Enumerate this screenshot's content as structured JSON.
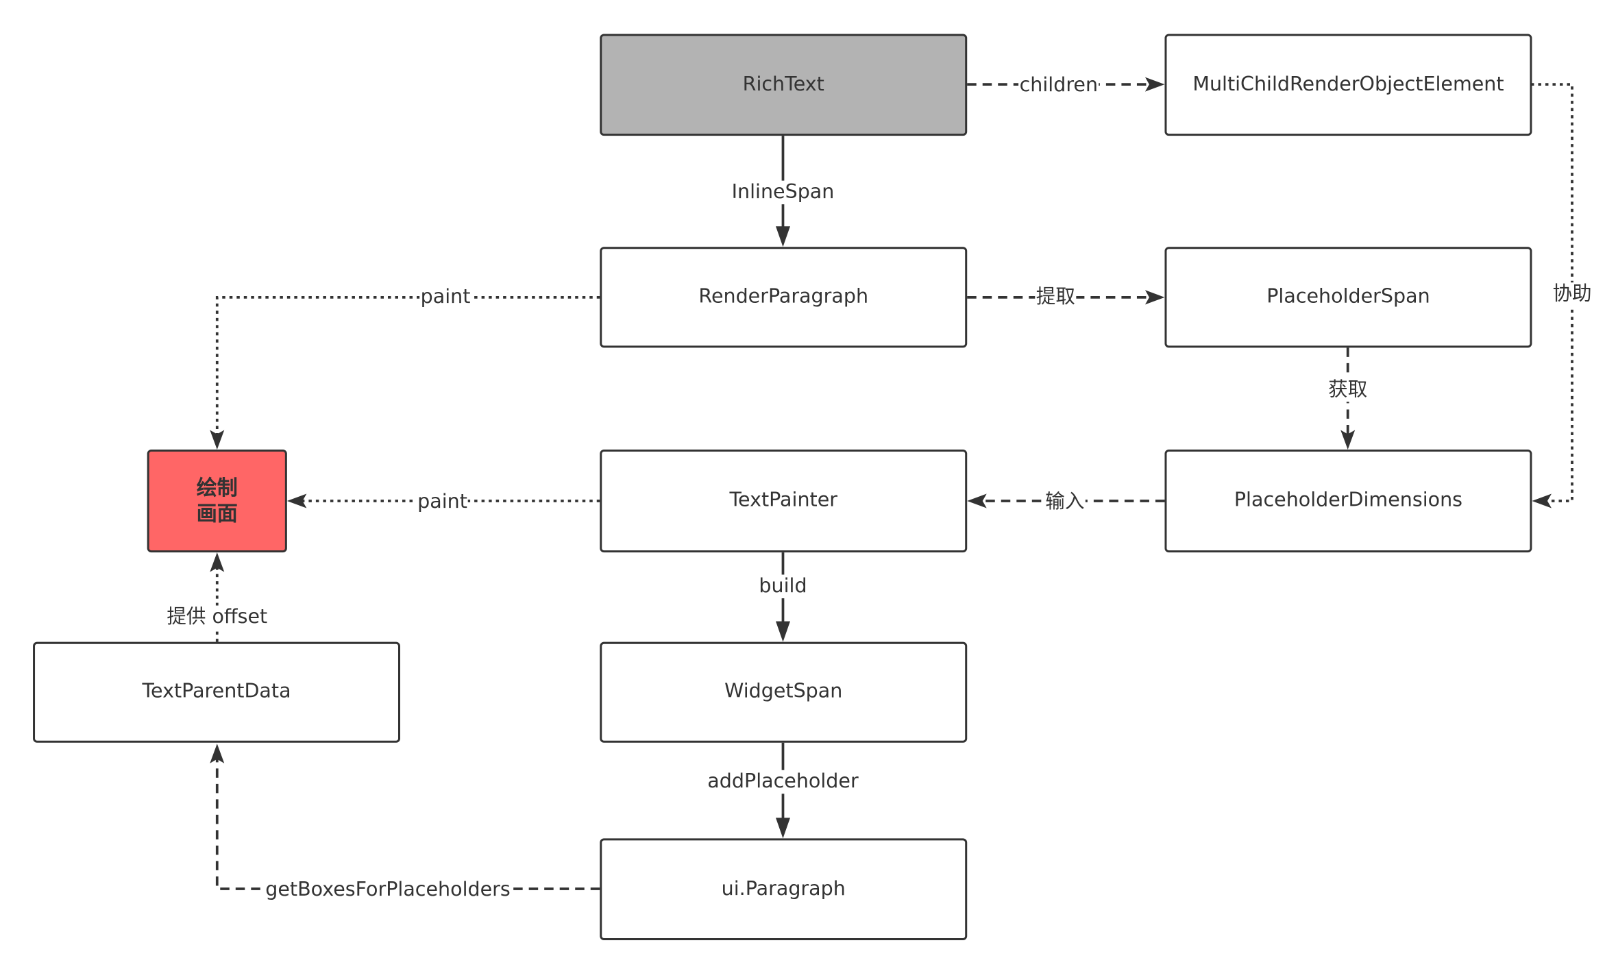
{
  "colors": {
    "stroke": "#333333",
    "gray_fill": "#b3b3b3",
    "red_fill": "#ff6666",
    "background": "#ffffff"
  },
  "nodes": {
    "richtext": "RichText",
    "multichild": "MultiChildRenderObjectElement",
    "renderparagraph": "RenderParagraph",
    "placeholderspan": "PlaceholderSpan",
    "paintcanvas": "绘制\n画面",
    "textpainter": "TextPainter",
    "placeholderdimensions": "PlaceholderDimensions",
    "textparentdata": "TextParentData",
    "widgetspan": "WidgetSpan",
    "uiparagraph": "ui.Paragraph"
  },
  "edges": {
    "children": "children",
    "inlinespan": "InlineSpan",
    "paint_top": "paint",
    "extract": "提取",
    "assist": "协助",
    "obtain": "获取",
    "paint_mid": "paint",
    "input": "输入",
    "build": "build",
    "provide_offset": "提供 offset",
    "addplaceholder": "addPlaceholder",
    "getboxes": "getBoxesForPlaceholders"
  }
}
